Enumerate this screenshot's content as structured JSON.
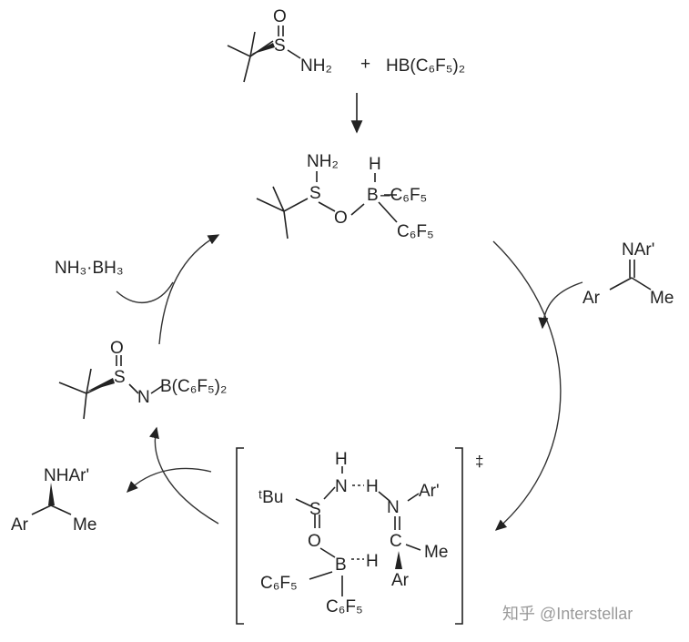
{
  "reactants": {
    "sulfinamide_O": "O",
    "sulfinamide_S": "S",
    "sulfinamide_NH2": "NH₂",
    "plus": "+",
    "borane": "HB(C₆F₅)₂"
  },
  "complex": {
    "NH2": "NH₂",
    "S": "S",
    "O": "O",
    "H": "H",
    "B": "B",
    "C6F5_a": "–C₆F₅",
    "C6F5_b": "C₆F₅"
  },
  "imine": {
    "N": "NAr'",
    "Ar": "Ar",
    "Me": "Me"
  },
  "reductant": "NH₃·BH₃",
  "intermediate": {
    "O": "O",
    "S": "S",
    "N": "N",
    "B": "B(C₆F₅)₂"
  },
  "product": {
    "N": "NHAr'",
    "Ar": "Ar",
    "Me": "Me"
  },
  "transition_state": {
    "tBu": "ᵗBu",
    "S": "S",
    "H_N": "H",
    "N1": "N",
    "H1": "H",
    "N2": "N",
    "Ar_prime": "Ar'",
    "O": "O",
    "B": "B",
    "H2": "H",
    "C": "C",
    "Me": "Me",
    "Ar": "Ar",
    "C6F5_a": "C₆F₅",
    "C6F5_b": "C₆F₅",
    "dagger": "‡"
  },
  "watermark": "知乎 @Interstellar"
}
